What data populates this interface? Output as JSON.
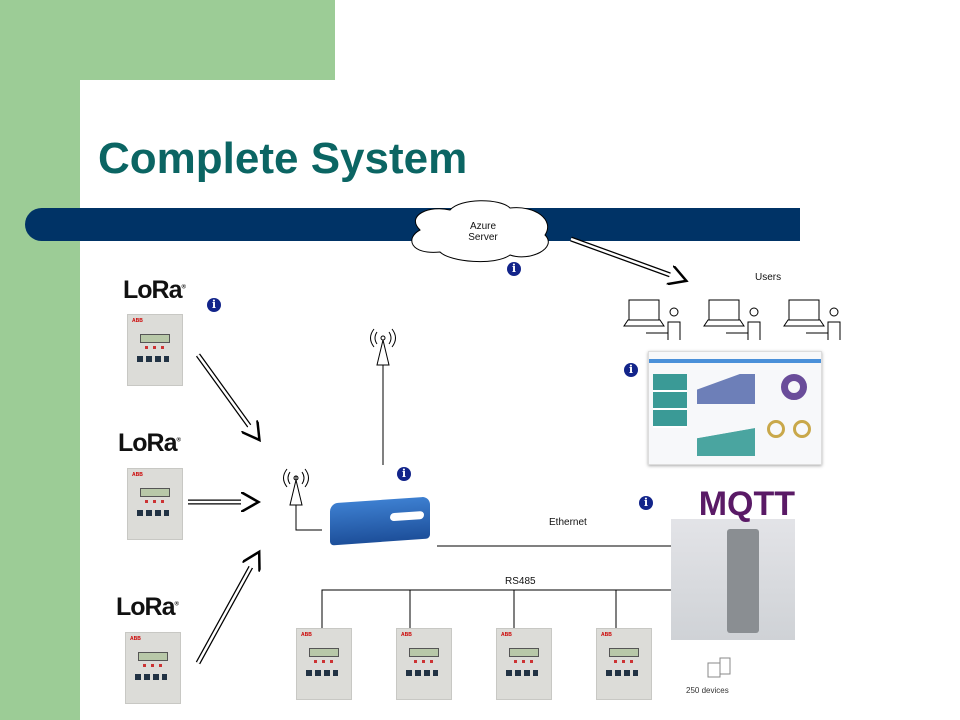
{
  "slide": {
    "title": "Complete System"
  },
  "cloud": {
    "label_line1": "Azure",
    "label_line2": "Server"
  },
  "labels": {
    "users": "Users",
    "ethernet": "Ethernet",
    "rs485": "RS485",
    "devices": "250 devices"
  },
  "lora": {
    "text": "LoRa",
    "mark": "®"
  },
  "meter": {
    "brand": "ABB"
  },
  "mqtt": {
    "text": "MQTT"
  },
  "info_icon": {
    "glyph": "i"
  },
  "colors": {
    "green": "#9ccc96",
    "navy": "#003366",
    "title": "#0b6563",
    "info": "#12248a"
  }
}
